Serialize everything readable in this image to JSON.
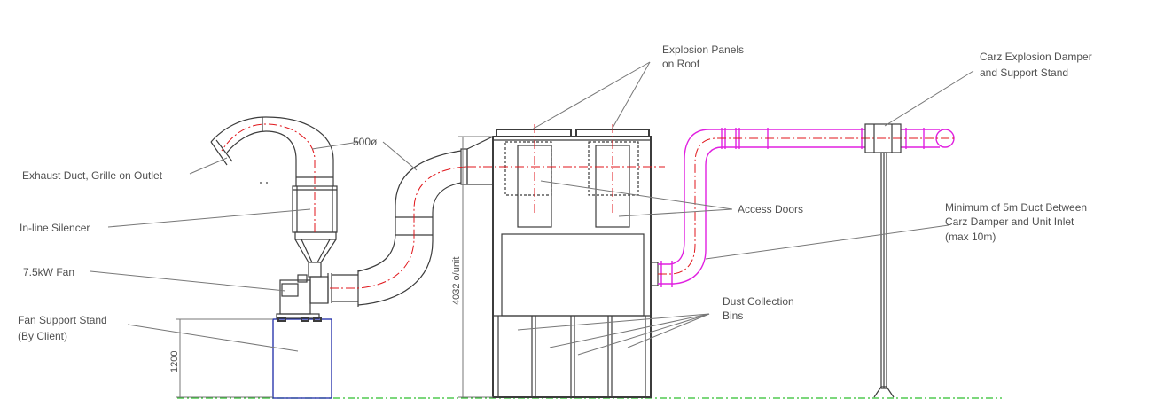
{
  "labels": {
    "explosion_panels": [
      "Explosion Panels",
      "on Roof"
    ],
    "carz_damper": [
      "Carz Explosion Damper",
      "and Support Stand"
    ],
    "duct_diameter": "500ø",
    "exhaust_duct": "Exhaust Duct, Grille on Outlet",
    "silencer": "In-line Silencer",
    "fan": "7.5kW Fan",
    "fan_stand": [
      "Fan Support Stand",
      "(By Client)"
    ],
    "access_doors": "Access Doors",
    "min_duct": [
      "Minimum of 5m Duct Between",
      "Carz Damper and Unit Inlet",
      "(max 10m)"
    ],
    "dust_bins": [
      "Dust Collection",
      "Bins"
    ]
  },
  "dimensions": {
    "stand_height": "1200",
    "unit_height": "4032  o/unit"
  },
  "colors": {
    "outline": "#3c3c3c",
    "centerline": "#e0161b",
    "inlet_duct": "#e020e0",
    "fan_stand": "#1c2aa8",
    "ground": "#2fbf2f",
    "leader": "#777777"
  }
}
